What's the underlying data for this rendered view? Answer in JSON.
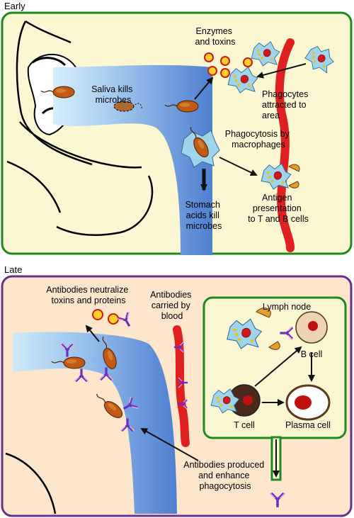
{
  "sections": {
    "early": "Early",
    "late": "Late"
  },
  "early": {
    "saliva": [
      "Saliva kills",
      "microbes"
    ],
    "enzymes": [
      "Enzymes",
      "and toxins"
    ],
    "phagocytes": [
      "Phagocytes",
      "attracted to",
      "area"
    ],
    "phagocytosis": [
      "Phagocytosis by",
      "macrophages"
    ],
    "stomach": [
      "Stomach",
      "acids kill",
      "microbes"
    ],
    "antigen": [
      "Antigen",
      "presentation",
      "to T and B cells"
    ]
  },
  "late": {
    "neutralize": [
      "Antibodies neutralize",
      "toxins and proteins"
    ],
    "carried": [
      "Antibodies",
      "carried by",
      "blood"
    ],
    "lymph_node": "Lymph node",
    "b_cell": "B cell",
    "t_cell": "T cell",
    "plasma_cell": "Plasma cell",
    "produced": [
      "Antibodies produced",
      "and enhance",
      "phagocytosis"
    ]
  },
  "colors": {
    "early_border": "#1e8a1e",
    "early_fill": "#fbf7d3",
    "late_border": "#6b2e8c",
    "late_fill": "#fde6cc",
    "lymph_fill": "#fbf7d3",
    "blood": "#e02020",
    "tract": "#5b8bd6",
    "antibody_dark": "#6a2fc0",
    "antibody_light": "#f4a6d6"
  }
}
